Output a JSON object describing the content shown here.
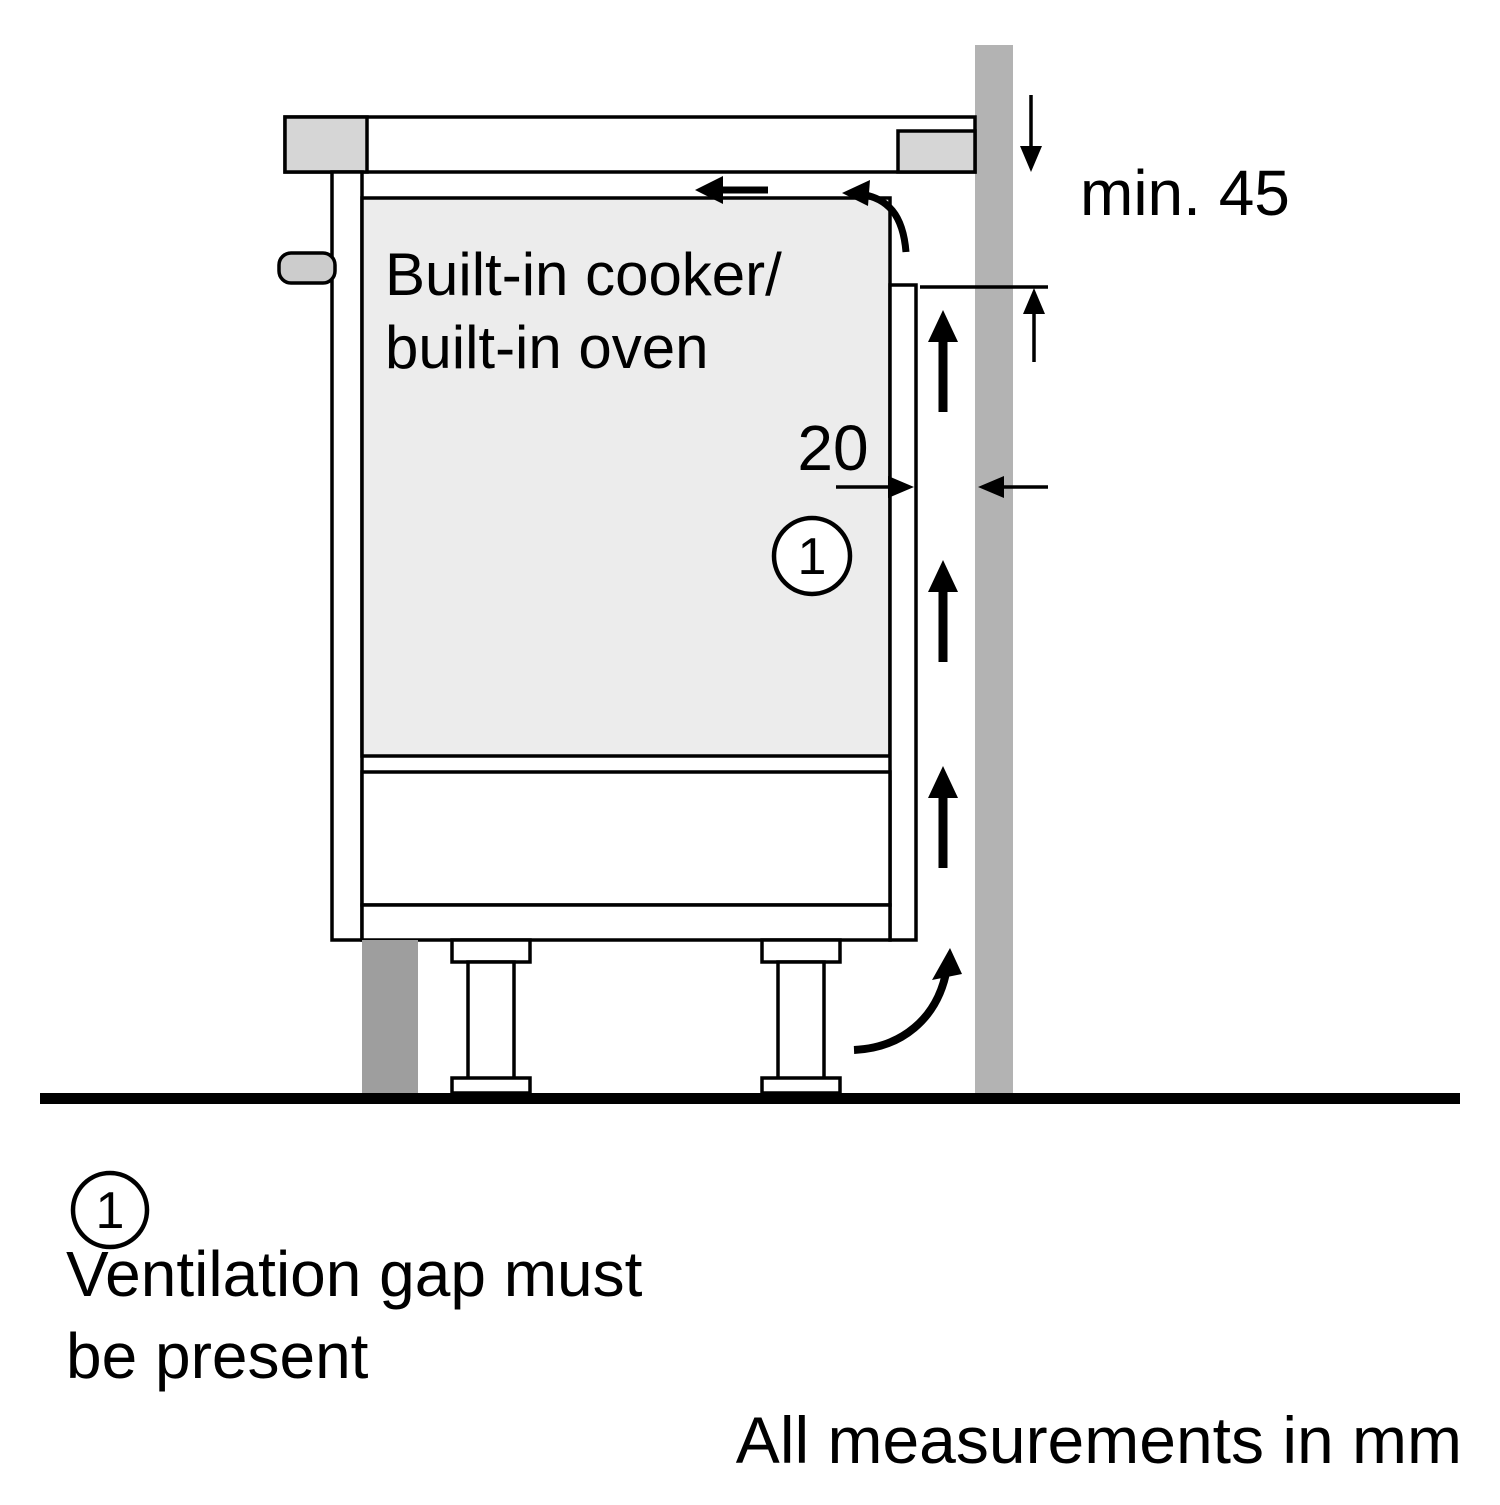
{
  "diagram": {
    "appliance": {
      "line1": "Built-in cooker/",
      "line2": "built-in oven"
    },
    "dimensions": {
      "top_clearance": "min. 45",
      "rear_gap": "20"
    },
    "callout": {
      "number": "1"
    },
    "legend": {
      "number": "1",
      "text_line1": "Ventilation gap must",
      "text_line2": "be present"
    },
    "footer": {
      "note": "All measurements in mm"
    },
    "colors": {
      "wall": "#b3b3b3",
      "worktop_block": "#d6d6d6",
      "oven_body": "#ececec",
      "handle": "#cccccc",
      "plinth": "#9e9e9e"
    }
  }
}
